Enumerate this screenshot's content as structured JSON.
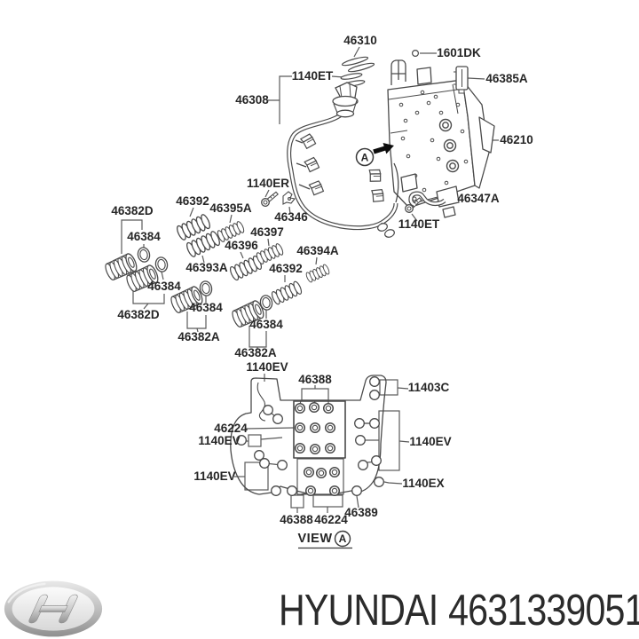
{
  "colors": {
    "background": "#ffffff",
    "line_art": "#4a4a4a",
    "leader_line": "#5a5a5a",
    "label_text": "#262626",
    "footer_text": "#2b2b2b",
    "logo_silver_light": "#e9e9e9",
    "logo_silver_dark": "#8f8f8f"
  },
  "diagram": {
    "labels": [
      {
        "id": "46310",
        "text": "46310"
      },
      {
        "id": "1601DK",
        "text": "1601DK"
      },
      {
        "id": "1140ET-top",
        "text": "1140ET"
      },
      {
        "id": "46308",
        "text": "46308"
      },
      {
        "id": "46385A",
        "text": "46385A"
      },
      {
        "id": "46210",
        "text": "46210"
      },
      {
        "id": "1140ER",
        "text": "1140ER"
      },
      {
        "id": "46346",
        "text": "46346"
      },
      {
        "id": "46347A",
        "text": "46347A"
      },
      {
        "id": "1140ET-bolt",
        "text": "1140ET"
      },
      {
        "id": "46382D-1",
        "text": "46382D"
      },
      {
        "id": "46384-1",
        "text": "46384"
      },
      {
        "id": "46392-1",
        "text": "46392"
      },
      {
        "id": "46395A",
        "text": "46395A"
      },
      {
        "id": "46397",
        "text": "46397"
      },
      {
        "id": "46396",
        "text": "46396"
      },
      {
        "id": "46393A",
        "text": "46393A"
      },
      {
        "id": "46392-2",
        "text": "46392"
      },
      {
        "id": "46394A",
        "text": "46394A"
      },
      {
        "id": "46384-2",
        "text": "46384"
      },
      {
        "id": "46382D-2",
        "text": "46382D"
      },
      {
        "id": "46384-3",
        "text": "46384"
      },
      {
        "id": "46382A-1",
        "text": "46382A"
      },
      {
        "id": "46384-4",
        "text": "46384"
      },
      {
        "id": "46382A-2",
        "text": "46382A"
      },
      {
        "id": "1140EV-1",
        "text": "1140EV"
      },
      {
        "id": "46388-1",
        "text": "46388"
      },
      {
        "id": "11403C",
        "text": "11403C"
      },
      {
        "id": "46224-1",
        "text": "46224"
      },
      {
        "id": "1140EV-2",
        "text": "1140EV"
      },
      {
        "id": "1140EV-3",
        "text": "1140EV"
      },
      {
        "id": "1140EV-4",
        "text": "1140EV"
      },
      {
        "id": "1140EX",
        "text": "1140EX"
      },
      {
        "id": "46388-2",
        "text": "46388"
      },
      {
        "id": "46224-2",
        "text": "46224"
      },
      {
        "id": "46389",
        "text": "46389"
      }
    ],
    "detail_marker": {
      "letter": "A"
    },
    "view_caption": {
      "prefix": "VIEW",
      "marker": "A"
    }
  },
  "footer": {
    "brand": "HYUNDAI",
    "part_number": "4631339051"
  }
}
